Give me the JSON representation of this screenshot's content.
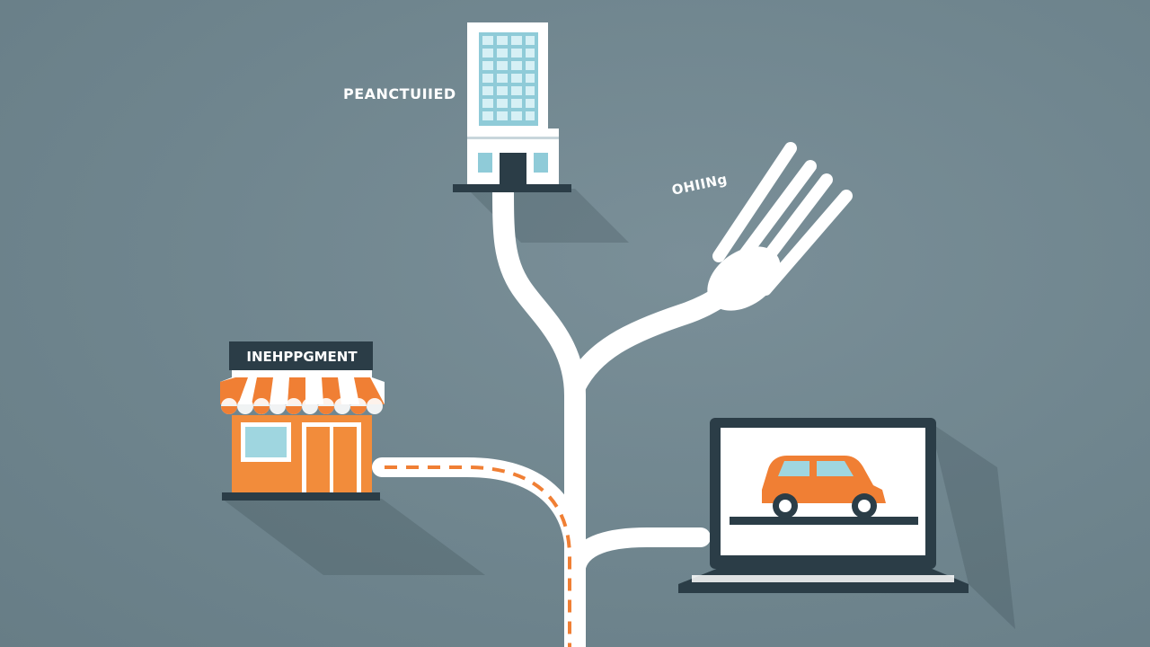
{
  "labels": {
    "franchised": "PEANCTUIIED",
    "online": "OHIINg",
    "independent": "INEHPPGMENT"
  },
  "icons": {
    "office_building": "office-building-icon",
    "fork": "fork-icon",
    "shop": "storefront-icon",
    "laptop": "laptop-icon",
    "car": "car-icon"
  },
  "colors": {
    "background": "#6f858e",
    "path": "#ffffff",
    "accent_orange": "#f07f34",
    "shop_orange": "#f28c3b",
    "dark_navy": "#2b3d47",
    "window_blue": "#9fd6e0"
  }
}
